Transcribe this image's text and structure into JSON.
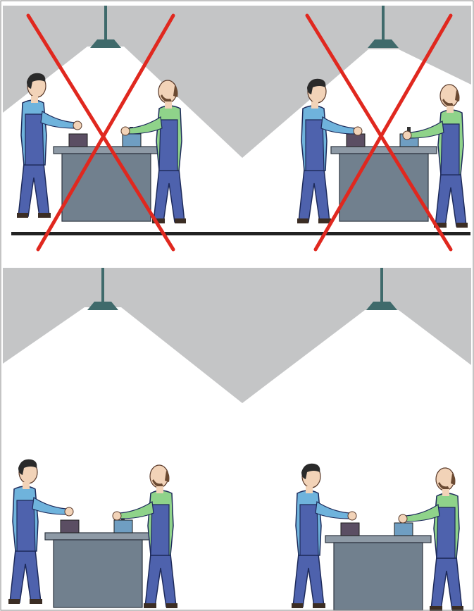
{
  "colors": {
    "shadow": "#c4c5c6",
    "lamp": "#3f6a6b",
    "bench": "#71808e",
    "benchTop": "#8e9aa6",
    "shirtBlue": "#6fb3dc",
    "shirtGreen": "#8fd38a",
    "overalls": "#4e62ad",
    "skin": "#f2d3b8",
    "hair": "#2a2a2a",
    "floor": "#222222",
    "cross": "#e0281f",
    "frame": "#8a8a8a"
  },
  "icons": [
    "ceiling-lamp-icon",
    "worker-icon",
    "workbench-icon",
    "wrong-cross-icon"
  ],
  "panels": [
    {
      "id": "top",
      "arrangement": "incorrect",
      "crossed_out": true
    },
    {
      "id": "bottom",
      "arrangement": "correct",
      "crossed_out": false
    }
  ]
}
